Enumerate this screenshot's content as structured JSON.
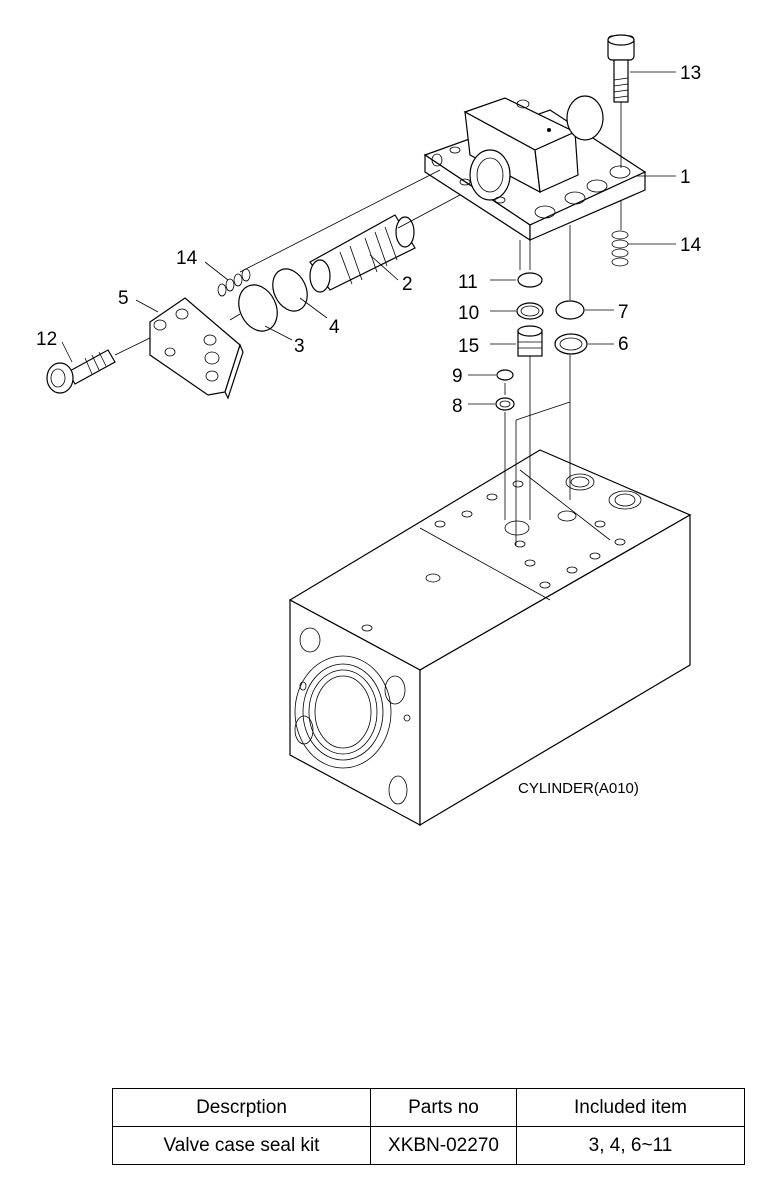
{
  "callouts": [
    {
      "id": "c13",
      "text": "13"
    },
    {
      "id": "c1",
      "text": "1"
    },
    {
      "id": "c14a",
      "text": "14"
    },
    {
      "id": "c14b",
      "text": "14"
    },
    {
      "id": "c2",
      "text": "2"
    },
    {
      "id": "c11",
      "text": "11"
    },
    {
      "id": "c10",
      "text": "10"
    },
    {
      "id": "c7",
      "text": "7"
    },
    {
      "id": "c15",
      "text": "15"
    },
    {
      "id": "c6",
      "text": "6"
    },
    {
      "id": "c9",
      "text": "9"
    },
    {
      "id": "c8",
      "text": "8"
    },
    {
      "id": "c5",
      "text": "5"
    },
    {
      "id": "c4",
      "text": "4"
    },
    {
      "id": "c3",
      "text": "3"
    },
    {
      "id": "c12",
      "text": "12"
    }
  ],
  "cylinder_label": "CYLINDER(A010)",
  "table": {
    "headers": [
      "Descrption",
      "Parts no",
      "Included item"
    ],
    "rows": [
      [
        "Valve case seal kit",
        "XKBN-02270",
        "3, 4, 6~11"
      ]
    ]
  }
}
